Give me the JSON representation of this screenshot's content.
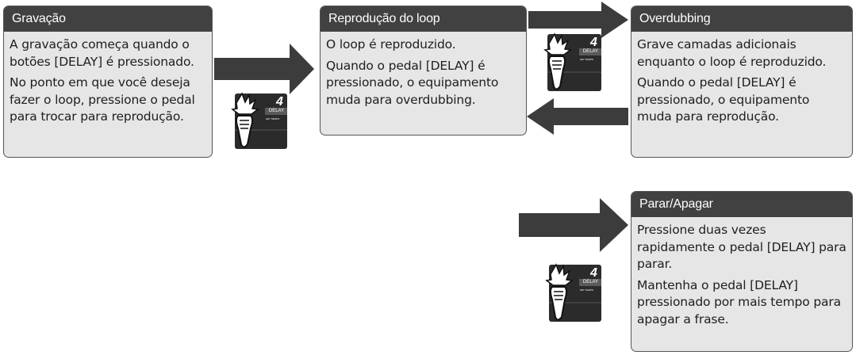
{
  "boxes": {
    "gravacao": {
      "title": "Gravação",
      "paragraphs": [
        "A gravação começa quando o botões [DELAY] é pressionado.",
        "No ponto em que você deseja fazer o loop, pressione o pedal para trocar para reprodução."
      ]
    },
    "reproducao": {
      "title": "Reprodução do loop",
      "paragraphs": [
        "O loop é reproduzido.",
        "Quando o pedal [DELAY] é pressionado, o equipamento muda para overdubbing."
      ]
    },
    "overdubbing": {
      "title": "Overdubbing",
      "paragraphs": [
        "Grave camadas adicionais enquanto o loop é reproduzido.",
        "Quando o pedal [DELAY] é pressionado, o equipamento muda para reprodução."
      ]
    },
    "parar": {
      "title": "Parar/Apagar",
      "paragraphs": [
        "Pressione duas vezes rapidamente o pedal [DELAY] para parar.",
        "Mantenha o pedal [DELAY] pressionado por mais tempo para apagar a frase."
      ]
    }
  },
  "pedal": {
    "number": "4",
    "label": "DELAY",
    "sublabel": "SET TEMPO"
  },
  "colors": {
    "header": "#414141",
    "box": "#e6e6e6",
    "arrow": "#3c3c3c"
  }
}
